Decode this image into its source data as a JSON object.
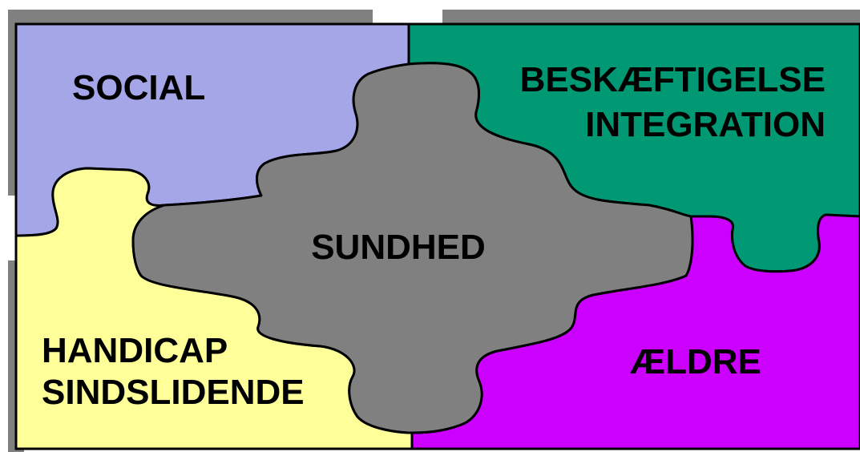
{
  "pieces": {
    "social": {
      "lines": [
        "SOCIAL"
      ],
      "color": "#a4a6e8"
    },
    "employment": {
      "lines": [
        "BESKÆFTIGELSE",
        "INTEGRATION"
      ],
      "color": "#009973"
    },
    "handicap": {
      "lines": [
        "HANDICAP",
        "SINDSLIDENDE"
      ],
      "color": "#ffff99"
    },
    "elderly": {
      "lines": [
        "ÆLDRE"
      ],
      "color": "#cc00ff"
    },
    "health": {
      "lines": [
        "SUNDHED"
      ],
      "color": "#808080"
    }
  },
  "shadow_color": "#808080",
  "outline_color": "#000000"
}
